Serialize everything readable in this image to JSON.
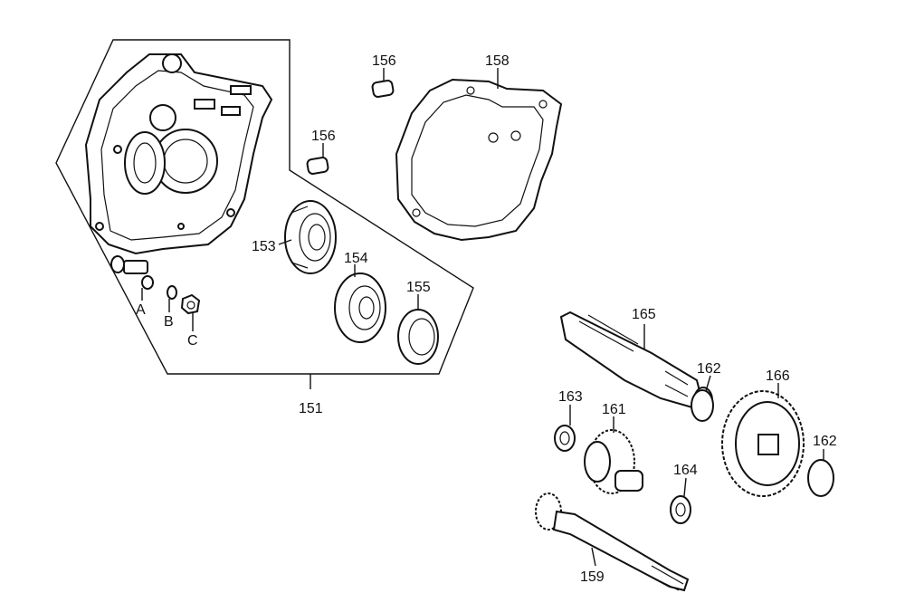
{
  "labels": {
    "p151": "151",
    "p153": "153",
    "p154": "154",
    "p155": "155",
    "p156a": "156",
    "p156b": "156",
    "p158": "158",
    "p159": "159",
    "p161": "161",
    "p162a": "162",
    "p162b": "162",
    "p163": "163",
    "p164": "164",
    "p165": "165",
    "p166": "166",
    "pA": "A",
    "pB": "B",
    "pC": "C"
  }
}
